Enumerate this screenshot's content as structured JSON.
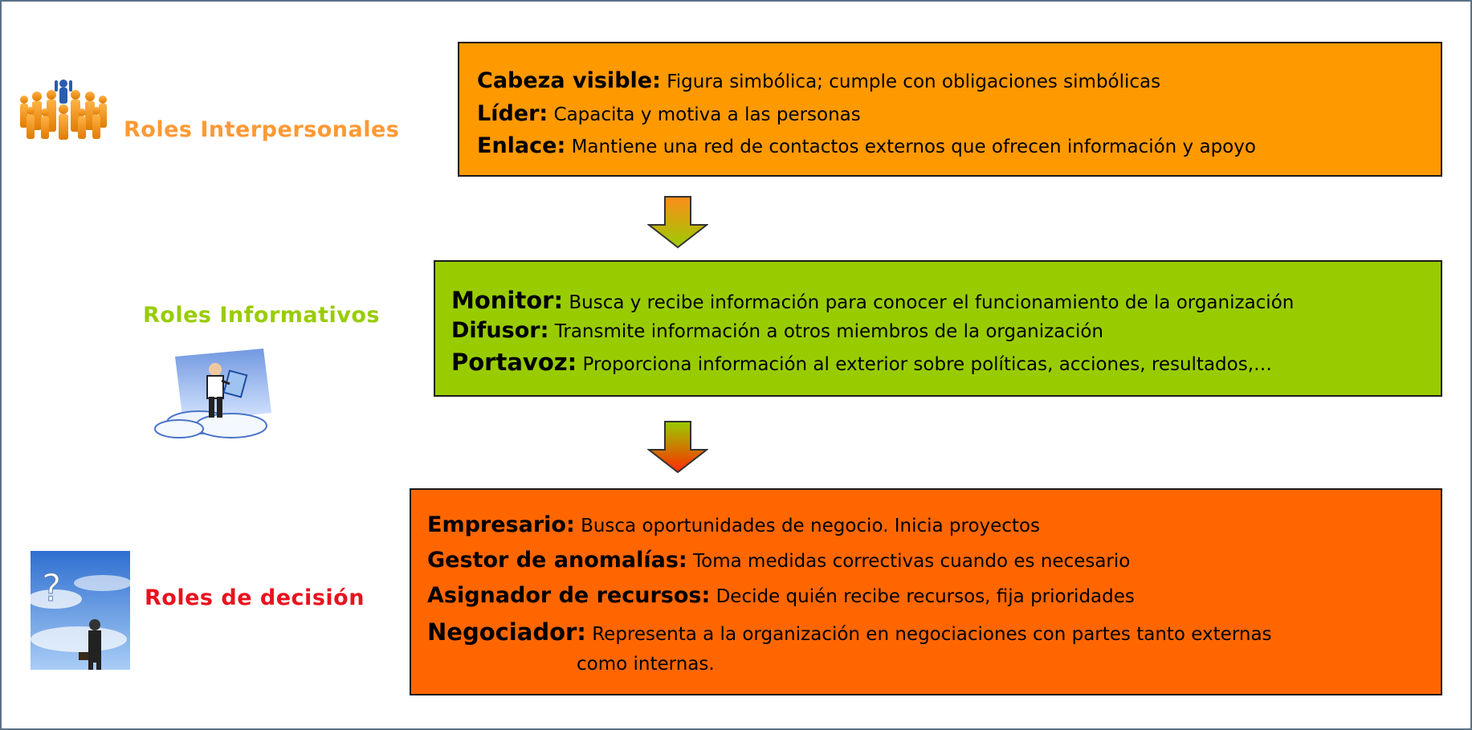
{
  "colors": {
    "interpersonal_box": "#ff9900",
    "informativo_box": "#99cc00",
    "decision_box": "#ff6600",
    "interpersonal_label": "#ff9933",
    "informativo_label": "#99cc00",
    "decision_label": "#e8121e",
    "frame": "#5b7288"
  },
  "sections": {
    "interpersonal": {
      "label": "Roles Interpersonales",
      "icon": "people-crowd-icon",
      "items": [
        {
          "term": "Cabeza visible:",
          "desc": "Figura simbólica; cumple con obligaciones simbólicas"
        },
        {
          "term": "Líder:",
          "desc": "Capacita y motiva a las personas"
        },
        {
          "term": "Enlace:",
          "desc": "Mantiene una red de contactos externos que ofrecen información y apoyo"
        }
      ]
    },
    "informativo": {
      "label": "Roles Informativos",
      "icon": "man-on-cloud-icon",
      "items": [
        {
          "term": "Monitor:",
          "desc": "Busca y recibe información para conocer el funcionamiento de la organización"
        },
        {
          "term": "Difusor:",
          "desc": "Transmite información a otros miembros de la organización"
        },
        {
          "term": "Portavoz:",
          "desc": "Proporciona información al exterior sobre políticas, acciones, resultados,…"
        }
      ]
    },
    "decision": {
      "label": "Roles de decisión",
      "icon": "question-sky-icon",
      "items": [
        {
          "term": "Empresario:",
          "desc": "Busca oportunidades de negocio. Inicia proyectos"
        },
        {
          "term": "Gestor de anomalías:",
          "desc": "Toma medidas correctivas cuando es necesario"
        },
        {
          "term": "Asignador de recursos:",
          "desc": "Decide quién recibe recursos, fija prioridades"
        },
        {
          "term": "Negociador:",
          "desc": "Representa a la organización en negociaciones con partes tanto externas"
        }
      ],
      "continuation": "como internas."
    }
  }
}
